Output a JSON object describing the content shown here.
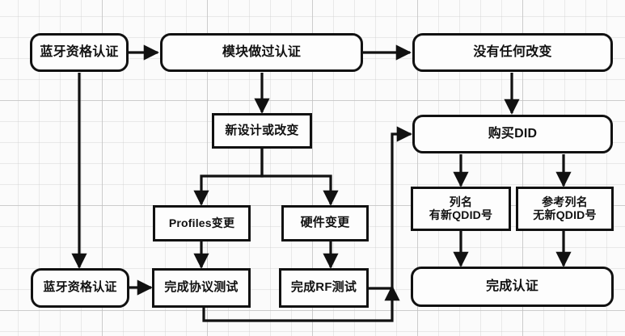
{
  "diagram": {
    "title": "Bluetooth Qualification Flowchart",
    "background": "#fbfbfb",
    "stroke_color": "#111111",
    "node_fill": "#fdfdfd",
    "grid": "26px light grid with 130px major lines"
  },
  "nodes": {
    "bt_qual_top": {
      "label": "蓝牙资格认证",
      "shape": "rounded",
      "font_size": 16
    },
    "module_certified": {
      "label": "模块做过认证",
      "shape": "rounded",
      "font_size": 16
    },
    "no_change": {
      "label": "没有任何改变",
      "shape": "rounded",
      "font_size": 16
    },
    "new_design": {
      "label": "新设计或改变",
      "shape": "rect",
      "font_size": 15
    },
    "buy_did": {
      "label": "购买DID",
      "shape": "rounded",
      "font_size": 16
    },
    "profiles_change": {
      "label": "Profiles变更",
      "shape": "rect",
      "font_size": 14
    },
    "hardware_change": {
      "label": "硬件变更",
      "shape": "rect",
      "font_size": 15
    },
    "listing_new_qdid": {
      "label": "列名\n有新QDID号",
      "shape": "rect",
      "font_size": 14
    },
    "ref_listing_no_qdid": {
      "label": "参考列名\n无新QDID号",
      "shape": "rect",
      "font_size": 14
    },
    "bt_qual_bottom": {
      "label": "蓝牙资格认证",
      "shape": "rounded",
      "font_size": 15
    },
    "protocol_test": {
      "label": "完成协议测试",
      "shape": "rect",
      "font_size": 15
    },
    "rf_test": {
      "label": "完成RF测试",
      "shape": "rect",
      "font_size": 15
    },
    "certification_done": {
      "label": "完成认证",
      "shape": "rounded",
      "font_size": 16
    }
  },
  "edges": [
    {
      "name": "bt-qual-top-to-module-certified",
      "from": "bt_qual_top",
      "to": "module_certified",
      "arrow": true
    },
    {
      "name": "module-certified-to-no-change",
      "from": "module_certified",
      "to": "no_change",
      "arrow": true
    },
    {
      "name": "module-certified-to-new-design",
      "from": "module_certified",
      "to": "new_design",
      "arrow": true
    },
    {
      "name": "no-change-to-buy-did",
      "from": "no_change",
      "to": "buy_did",
      "arrow": true
    },
    {
      "name": "new-design-to-profiles-change",
      "from": "new_design",
      "to": "profiles_change",
      "arrow": true
    },
    {
      "name": "new-design-to-hardware-change",
      "from": "new_design",
      "to": "hardware_change",
      "arrow": true
    },
    {
      "name": "profiles-change-to-protocol-test",
      "from": "profiles_change",
      "to": "protocol_test",
      "arrow": true
    },
    {
      "name": "hardware-change-to-rf-test",
      "from": "hardware_change",
      "to": "rf_test",
      "arrow": true
    },
    {
      "name": "bt-qual-top-to-bt-qual-bottom",
      "from": "bt_qual_top",
      "to": "bt_qual_bottom",
      "arrow": true
    },
    {
      "name": "bt-qual-bottom-to-protocol-test",
      "from": "bt_qual_bottom",
      "to": "protocol_test",
      "arrow": true
    },
    {
      "name": "protocol-test-to-buy-did",
      "from": "protocol_test",
      "to": "buy_did",
      "arrow": true
    },
    {
      "name": "rf-test-to-buy-did",
      "from": "rf_test",
      "to": "buy_did",
      "arrow": true
    },
    {
      "name": "buy-did-to-listing-new-qdid",
      "from": "buy_did",
      "to": "listing_new_qdid",
      "arrow": true
    },
    {
      "name": "buy-did-to-ref-listing-no-qdid",
      "from": "buy_did",
      "to": "ref_listing_no_qdid",
      "arrow": true
    },
    {
      "name": "listing-new-qdid-to-certification-done",
      "from": "listing_new_qdid",
      "to": "certification_done",
      "arrow": true
    },
    {
      "name": "ref-listing-no-qdid-to-certification-done",
      "from": "ref_listing_no_qdid",
      "to": "certification_done",
      "arrow": true
    }
  ]
}
